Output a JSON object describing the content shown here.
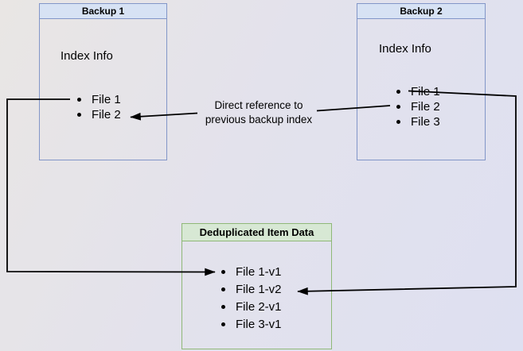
{
  "diagram": {
    "background": {
      "gradient_start": "#e9e6e4",
      "gradient_end": "#dee0f1"
    },
    "boxes": {
      "backup1": {
        "title": "Backup 1",
        "body_label": "Index Info",
        "items": [
          "File 1",
          "File 2"
        ],
        "header_fill": "#d7e2f4",
        "border_color": "#8296c8"
      },
      "backup2": {
        "title": "Backup 2",
        "body_label": "Index Info",
        "items": [
          "File 1",
          "File 2",
          "File 3"
        ],
        "header_fill": "#d7e2f4",
        "border_color": "#8296c8"
      },
      "dedup": {
        "title": "Deduplicated Item Data",
        "items": [
          "File 1-v1",
          "File 1-v2",
          "File 2-v1",
          "File 3-v1"
        ],
        "header_fill": "#d7e8d4",
        "border_color": "#8fb878"
      }
    },
    "annotations": {
      "direct_reference": {
        "line1": "Direct reference to",
        "line2": "previous backup index"
      }
    },
    "arrow_color": "#000000"
  }
}
